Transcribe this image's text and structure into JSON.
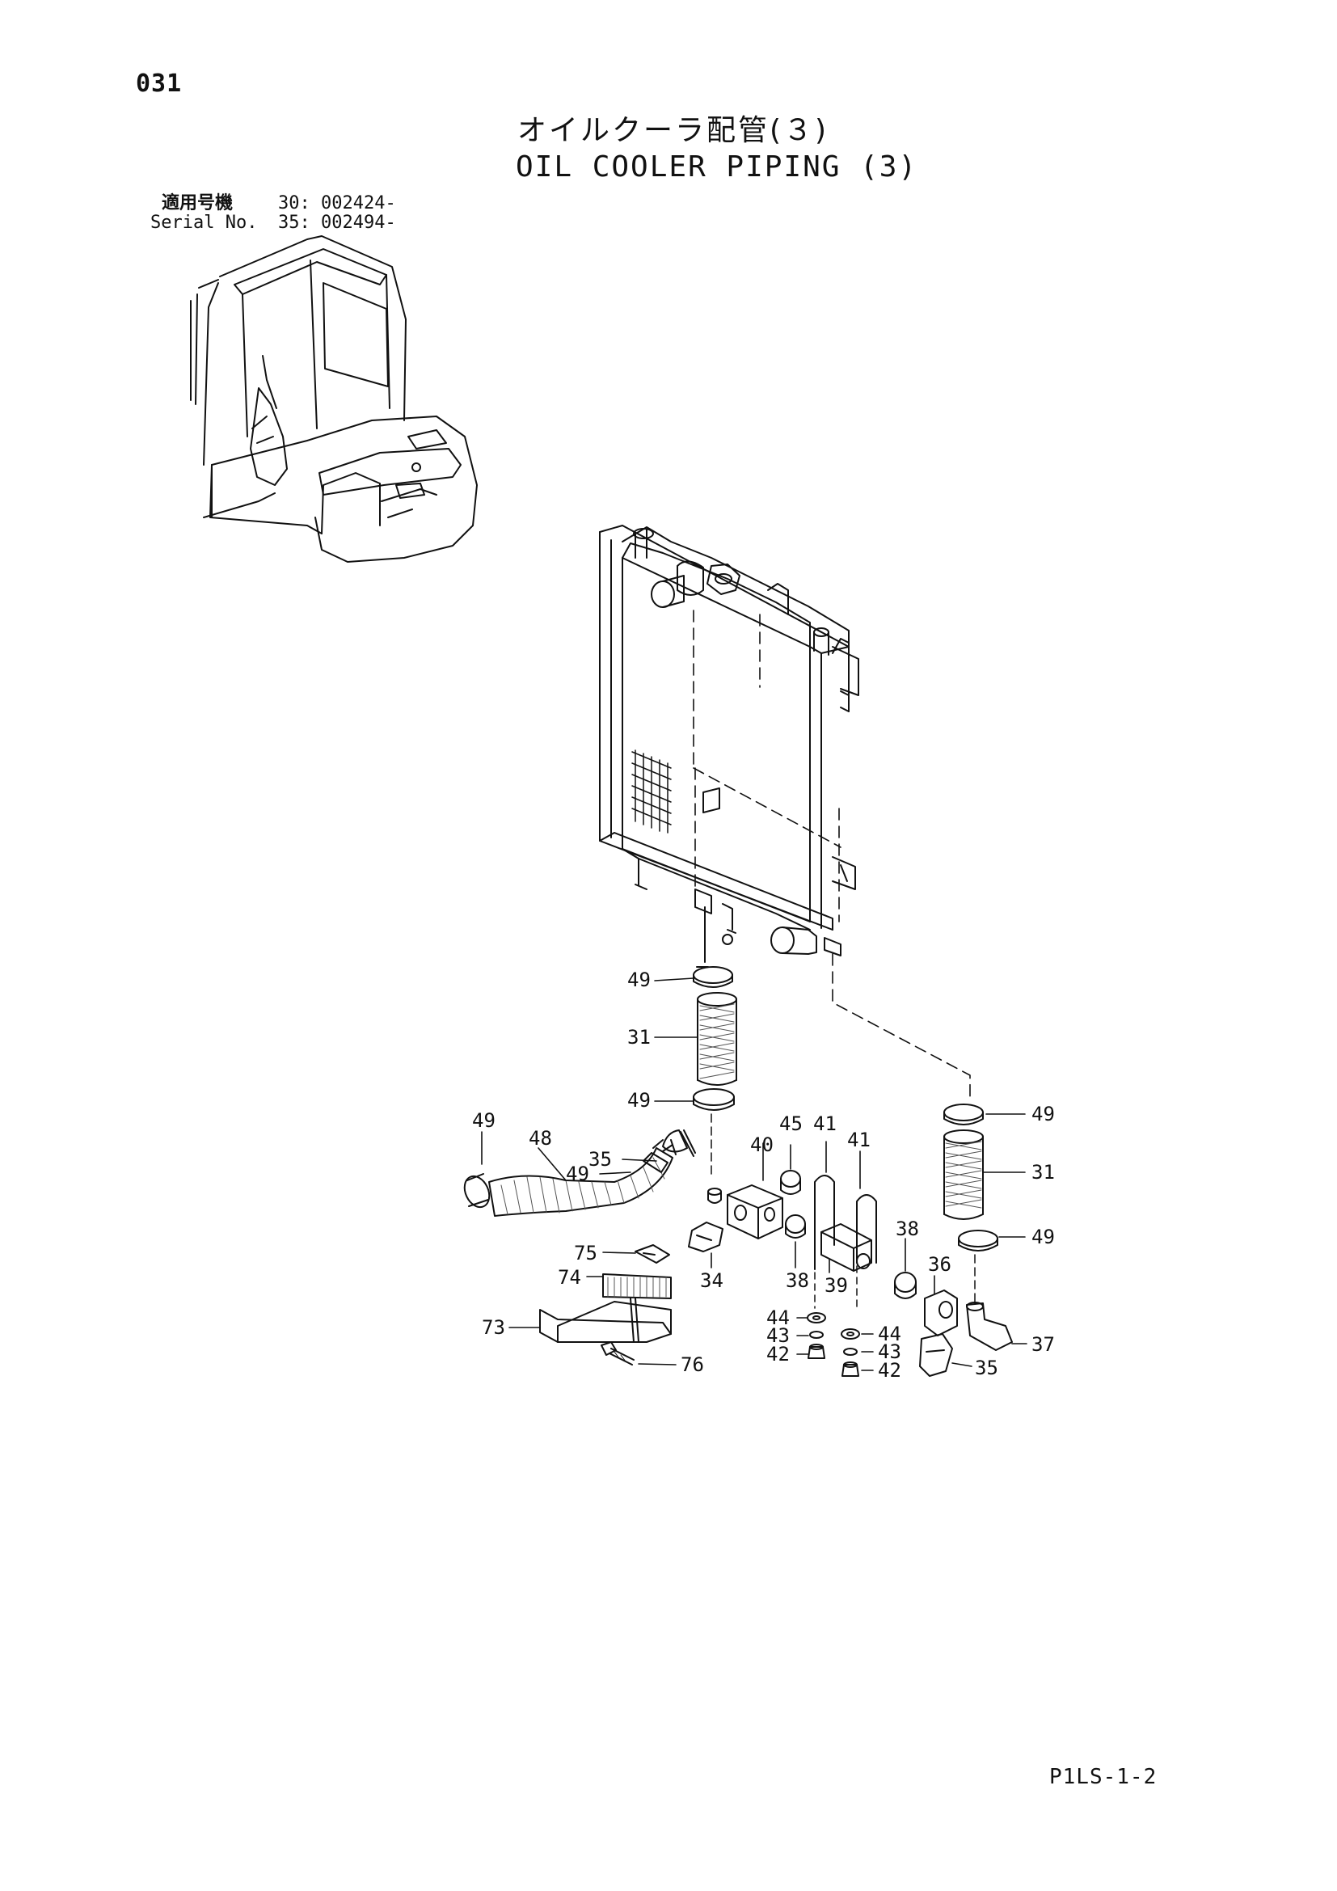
{
  "page": {
    "number": "031",
    "title_jp": "オイルクーラ配管(３)",
    "title_en": "OIL COOLER PIPING (3)",
    "serial_label_jp": "適用号機",
    "serial_label_en": "Serial No.",
    "serial_values": [
      "30: 002424-",
      "35: 002494-"
    ],
    "footer_code": "P1LS-1-2"
  },
  "callouts": [
    "49",
    "31",
    "49",
    "49",
    "48",
    "35",
    "49",
    "40",
    "45",
    "41",
    "41",
    "49",
    "31",
    "49",
    "75",
    "74",
    "34",
    "38",
    "39",
    "38",
    "36",
    "73",
    "76",
    "44",
    "43",
    "42",
    "44",
    "43",
    "42",
    "37",
    "35"
  ]
}
